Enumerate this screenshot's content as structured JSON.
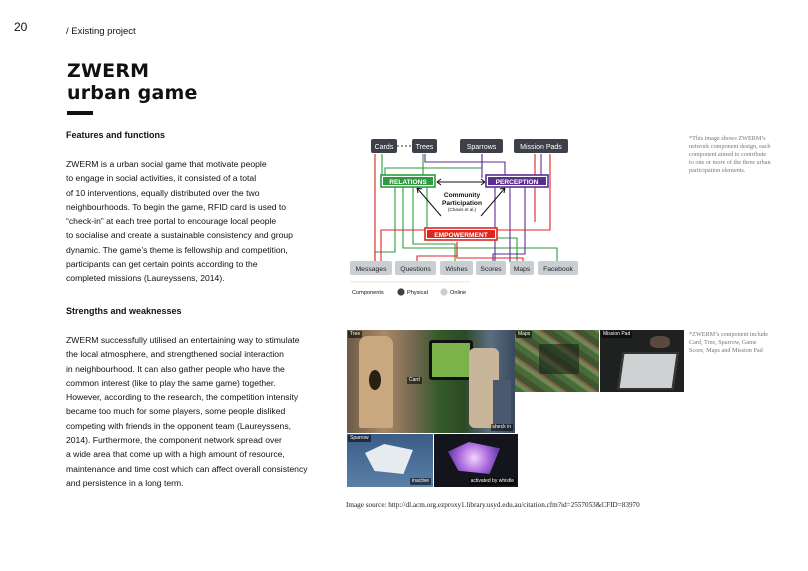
{
  "page_number": "20",
  "section_label": "/ Existing project",
  "title": {
    "line1": "ZWERM",
    "line2": "urban game"
  },
  "features": {
    "heading": "Features and functions",
    "lines": [
      "ZWERM is a urban social game that motivate people",
      "to engage in social activities, it consisted of a total",
      "of 10 interventions, equally distributed over the two",
      "neighbourhoods. To begin the game, RFID card is used to",
      "“check-in” at each tree portal to encourage local people",
      "to socialise and create a sustainable consistency and group",
      "dynamic. The game’s theme is fellowship and competition,",
      "participants can get certain points according to the",
      "completed missions (Laureyssens, 2014)."
    ]
  },
  "strengths": {
    "heading": "Strengths and weaknesses",
    "lines": [
      " ZWERM successfully utilised an entertaining way to stimulate",
      "the local atmosphere, and strengthened social interaction",
      "in neighbourhood. It can also gather people who have the",
      "common interest (like to play the same game) together.",
      "However, according to the research, the competition intensity",
      "became too much for some players, some people disliked",
      "competing with friends in the opponent team (Laureyssens,",
      "2014). Furthermore, the component network spread over",
      "a wide area that come up with a high amount of resource,",
      "maintenance and time cost which can affect overall consistency",
      "and persistence in a long term."
    ]
  },
  "diagram": {
    "top_nodes": [
      "Cards",
      "Trees",
      "Sparrows",
      "Mission Pads"
    ],
    "relations": "RELATIONS",
    "perception": "PERCEPTION",
    "center": {
      "line1": "Community",
      "line2": "Participation",
      "line3": "(Chavis et al.)"
    },
    "empowerment": "EMPOWERMENT",
    "bottom_nodes": [
      "Messages",
      "Questions",
      "Wishes",
      "Scores",
      "Maps",
      "Facebook"
    ],
    "legend": {
      "title": "Components",
      "physical": "Physical",
      "online": "Online"
    },
    "colors": {
      "relations": "#2e9a3e",
      "perception": "#5b2d90",
      "empowerment": "#e0251f",
      "physical": "#3d4048",
      "online": "#c9ced3"
    }
  },
  "caption1": [
    "*This image shows ZWERM’s",
    "network component design, each",
    "component aimed to contribute",
    "to one or more of the three urban",
    "participation elements."
  ],
  "caption2": [
    "*ZWERM’s component include",
    "Card, Tree, Sparrow, Game",
    "Score, Maps and Mission Pad"
  ],
  "photo_labels": {
    "tree": "Tree",
    "card": "Card",
    "checkin": "check in",
    "maps": "Maps",
    "mission_pad": "Mission Pad",
    "sparrow": "Sparrow",
    "inactive": "inactive",
    "activated": "activated by whistle"
  },
  "image_source": "Image source: http://dl.acm.org.ezproxy1.library.usyd.edu.au/citation.cfm?id=2557053&CFID=83970"
}
